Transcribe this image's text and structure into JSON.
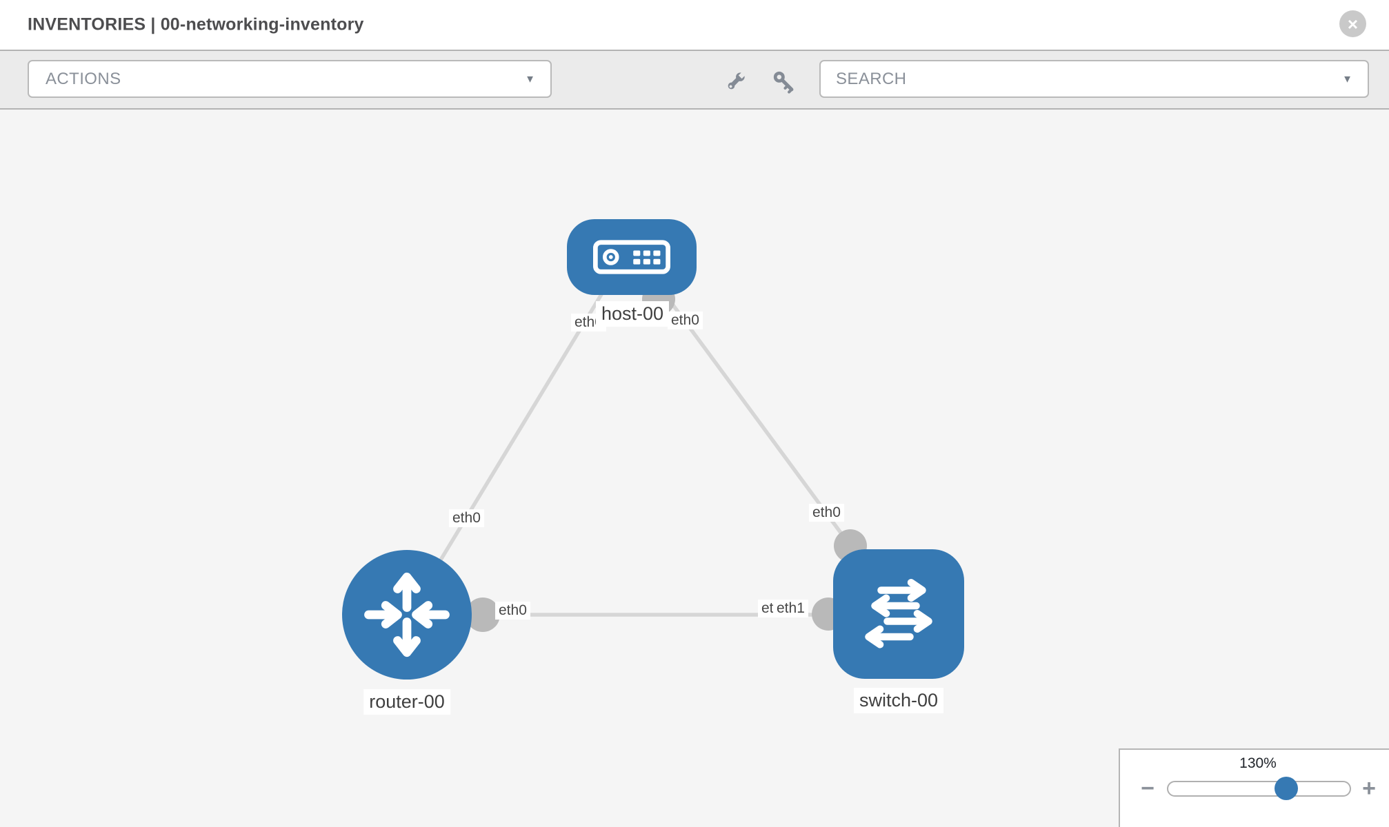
{
  "header": {
    "title": "INVENTORIES | 00-networking-inventory"
  },
  "toolbar": {
    "actions_label": "ACTIONS",
    "search_placeholder": "SEARCH"
  },
  "icons": {
    "close": "×",
    "caret_down": "▼",
    "minus": "−",
    "plus": "+"
  },
  "topology": {
    "nodes": [
      {
        "label": "host-00",
        "type": "host"
      },
      {
        "label": "router-00",
        "type": "router"
      },
      {
        "label": "switch-00",
        "type": "switch"
      }
    ],
    "links": [
      {
        "source": "host-00",
        "source_if": "eth0",
        "target": "router-00",
        "target_if": "eth0"
      },
      {
        "source": "host-00",
        "source_if": "eth0",
        "target": "switch-00",
        "target_if": "eth0"
      },
      {
        "source": "router-00",
        "source_if": "eth0",
        "target": "switch-00",
        "target_if": "eth1"
      }
    ],
    "if_labels": [
      {
        "text": "eth0"
      },
      {
        "text": "eth0"
      },
      {
        "text": "eth0"
      },
      {
        "text": "eth0"
      },
      {
        "text": "eth0"
      },
      {
        "text": "eth0"
      },
      {
        "text": "eth1"
      }
    ]
  },
  "zoom_control": {
    "level_label": "130%"
  },
  "colors": {
    "node_blue": "#3679b3",
    "link_gray": "#d6d6d6",
    "connector_gray": "#b9b9b9",
    "canvas_bg": "#f5f5f5",
    "toolbar_bg": "#ebebeb"
  }
}
